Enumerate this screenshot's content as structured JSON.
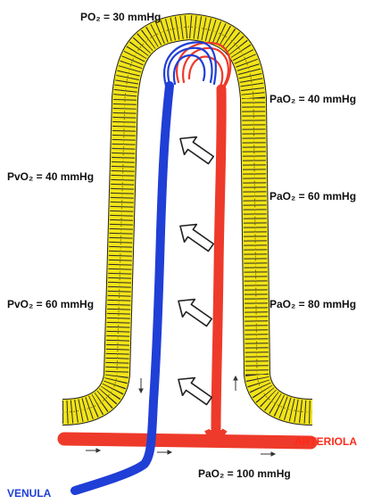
{
  "labels": {
    "po2_top": "PO₂ = 30 mmHg",
    "pao2_40": "PaO₂ = 40 mmHg",
    "pvo2_40": "PvO₂ = 40 mmHg",
    "pao2_60": "PaO₂ = 60 mmHg",
    "pvo2_60": "PvO₂ = 60 mmHg",
    "pao2_80": "PaO₂ = 80 mmHg",
    "arteriola": "ARTERIOLA",
    "pao2_100": "PaO₂ = 100 mmHg",
    "venula": "VENULA"
  },
  "colors": {
    "epithelium_fill": "#f2e418",
    "epithelium_line": "#222222",
    "artery": "#ee3a2a",
    "vein": "#1f3fd6",
    "artery_label": "#ff2a1a",
    "vein_label": "#1d3fd6"
  },
  "icons": {
    "flow_arrow": "hollow-arrow-icon",
    "direction_arrow": "small-arrow-icon"
  }
}
